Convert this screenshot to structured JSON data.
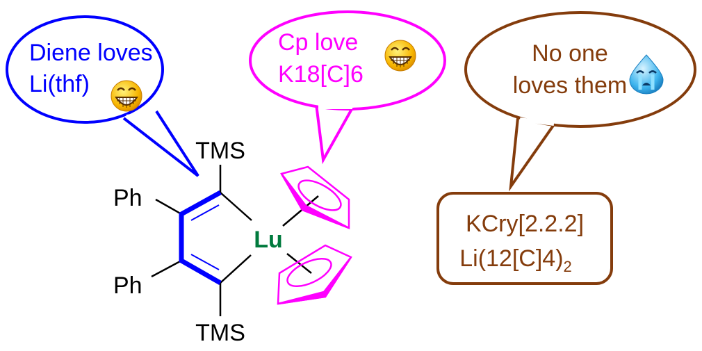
{
  "bubbles": {
    "diene": {
      "line1": "Diene loves",
      "line2": "Li(thf)",
      "color": "#0000ff",
      "emoji": "grinning-face-icon"
    },
    "cp": {
      "line1": "Cp love",
      "line2": "K18[C]6",
      "color": "#ff00ff",
      "emoji": "grinning-face-icon"
    },
    "none": {
      "line1": "No one",
      "line2": "loves them",
      "color": "#843c0c",
      "emoji": "crying-face-icon"
    }
  },
  "box": {
    "line1": "KCry[2.2.2]",
    "line2_main": "Li(12[C]4)",
    "line2_sub": "2",
    "color": "#843c0c"
  },
  "molecule": {
    "metal": "Lu",
    "metal_color": "#007a3d",
    "tms_top": "TMS",
    "tms_bottom": "TMS",
    "ph_top": "Ph",
    "ph_bottom": "Ph",
    "ring_color": "#0000ff",
    "cp_color": "#ff00ff"
  }
}
